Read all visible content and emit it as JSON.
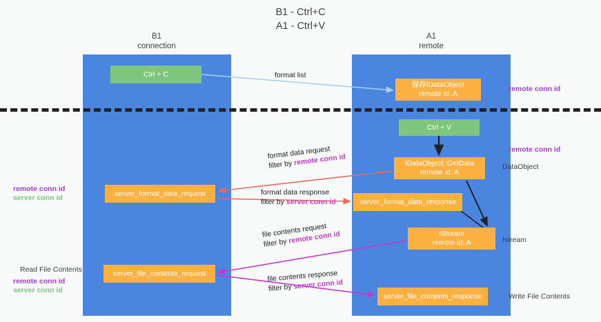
{
  "title": {
    "line1": "B1 - Ctrl+C",
    "line2": "A1 - Ctrl+V"
  },
  "lanes": [
    {
      "name": "B1",
      "subtitle": "connection"
    },
    {
      "name": "A1",
      "subtitle": "remote"
    }
  ],
  "nodes": {
    "ctrl_c": {
      "label": "Ctrl + C",
      "color": "#7ec67e"
    },
    "data_object": {
      "line1": "保存IDataObject",
      "line2": "remote id: A",
      "color": "#fbb040"
    },
    "ctrl_v": {
      "label": "Ctrl + V",
      "color": "#7ec67e"
    },
    "get_data": {
      "line1": "IDataObject::GetData",
      "line2": "remote id: A",
      "color": "#fbb040"
    },
    "server_format_data_request": {
      "label": "server_format_data_request",
      "color": "#fbb040"
    },
    "server_format_data_response": {
      "label": "server_format_data_response",
      "color": "#fbb040"
    },
    "istream": {
      "line1": "IStream",
      "line2": "remote id: A",
      "color": "#fbb040"
    },
    "server_file_contents_request": {
      "label": "server_file_contents_request",
      "color": "#fbb040"
    },
    "server_file_contents_response": {
      "label": "server_file_contents_response",
      "color": "#fbb040"
    }
  },
  "edges": {
    "format_list": {
      "label": "format list",
      "color": "#a8d0f0"
    },
    "format_data_request": {
      "line1": "format data request",
      "filter_prefix": "filter by ",
      "filter_key": "remote conn id",
      "color": "#ea6a5e"
    },
    "format_data_response": {
      "line1": "format data response",
      "filter_prefix": "filter by ",
      "filter_key": "server conn id",
      "color": "#ea6a5e"
    },
    "file_contents_request": {
      "line1": "file contents request",
      "filter_prefix": "filter by ",
      "filter_key": "remote conn id",
      "color": "#cc33cc"
    },
    "file_contents_response": {
      "line1": "file contents response",
      "filter_prefix": "filter by ",
      "filter_key": "server conn id",
      "color": "#cc33cc"
    }
  },
  "annotations": {
    "right": {
      "remote_conn_id_top": "remote conn id",
      "remote_conn_id_mid": "remote conn id",
      "data_object": "DataObject",
      "istream": "Istream",
      "write_file_contents": "Write File Contents"
    },
    "left": {
      "remote_conn_id_1": "remote conn id",
      "server_conn_id_1": "server conn id",
      "read_file_contents": "Read File Contents",
      "remote_conn_id_2": "remote conn id",
      "server_conn_id_2": "server conn id"
    }
  },
  "colors": {
    "lane": "#4a86e0",
    "green_node": "#7ec67e",
    "orange_node": "#fbb040",
    "purple_key": "#a03fd0",
    "magenta_edge": "#cc33cc",
    "red_edge": "#ea6a5e",
    "light_blue_edge": "#a8d0f0",
    "divider": "#202124"
  }
}
